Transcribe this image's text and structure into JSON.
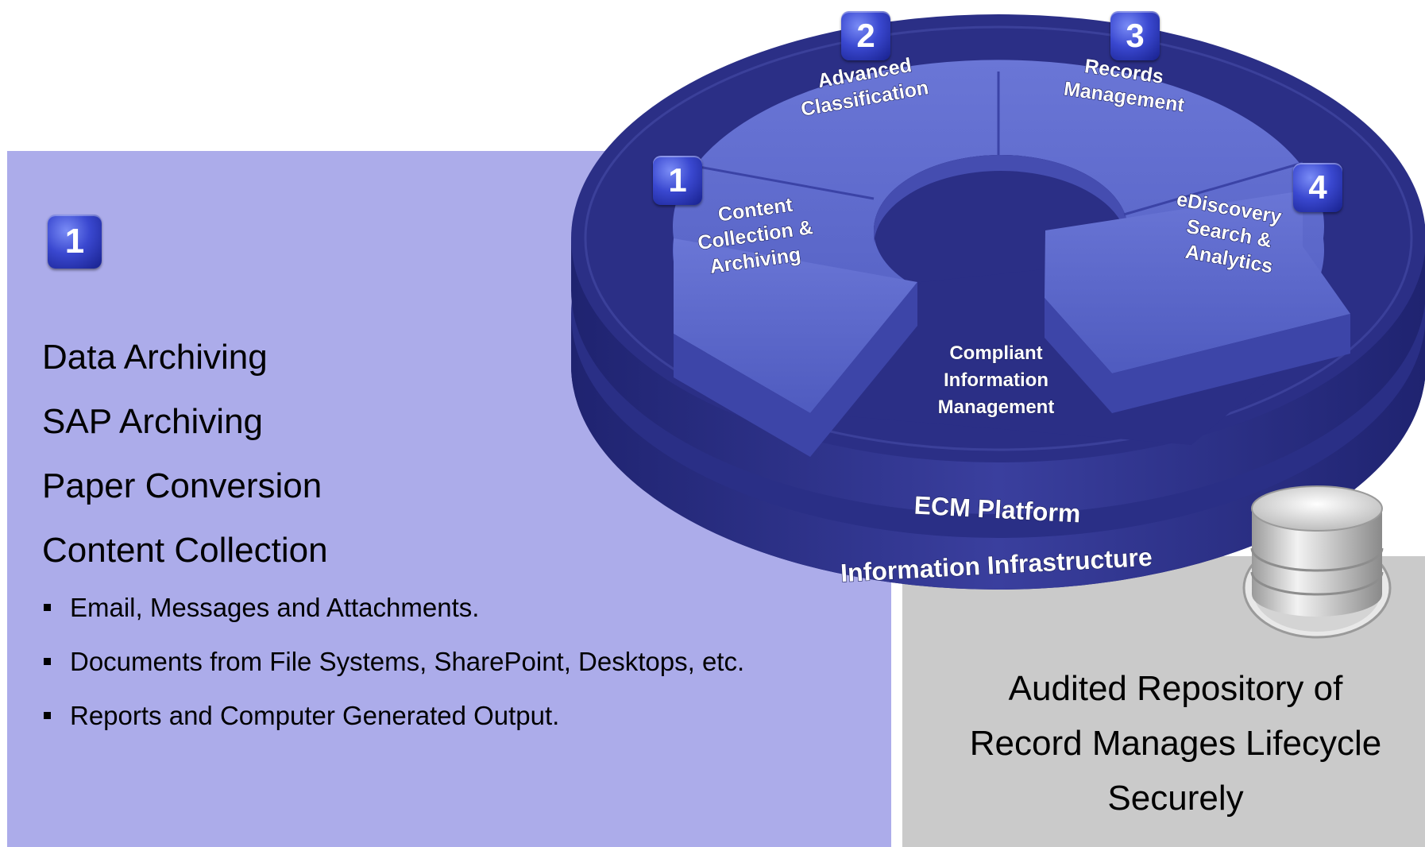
{
  "left_panel": {
    "badge": "1",
    "headings": [
      "Data Archiving",
      "SAP Archiving",
      "Paper Conversion",
      "Content Collection"
    ],
    "bullets": [
      "Email, Messages and Attachments.",
      "Documents from File Systems, SharePoint, Desktops, etc.",
      "Reports and Computer Generated Output."
    ]
  },
  "diagram": {
    "segments": [
      {
        "number": "1",
        "label_lines": [
          "Content",
          "Collection &",
          "Archiving"
        ]
      },
      {
        "number": "2",
        "label_lines": [
          "Advanced",
          "Classification"
        ]
      },
      {
        "number": "3",
        "label_lines": [
          "Records",
          "Management"
        ]
      },
      {
        "number": "4",
        "label_lines": [
          "eDiscovery",
          "Search &",
          "Analytics"
        ]
      }
    ],
    "center_label_lines": [
      "Compliant",
      "Information",
      "Management"
    ],
    "layer_1": "ECM Platform",
    "layer_2": "Information Infrastructure"
  },
  "repository": {
    "text_lines": [
      "Audited Repository of",
      "Record Manages Lifecycle",
      "Securely"
    ]
  },
  "colors": {
    "left_panel": "#acacea",
    "right_panel": "#cacaca",
    "disc_dark": "#2b2f86",
    "segment_face": "#5a66c9"
  }
}
